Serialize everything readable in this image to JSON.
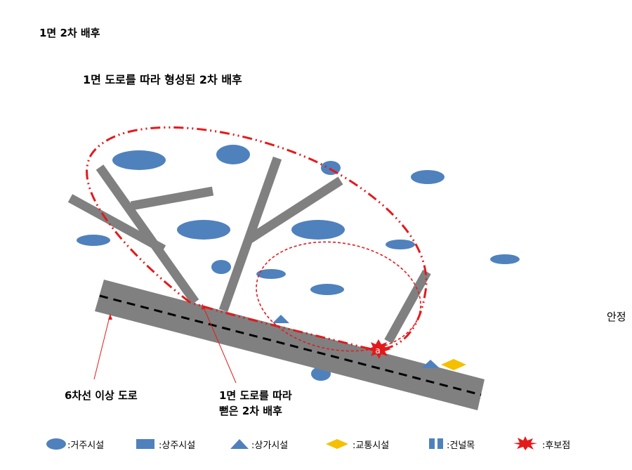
{
  "page_title": "1면 2차 배후",
  "subtitle": "1면 도로를 따라 형성된 2차 배후",
  "side_label": "안정",
  "labels": {
    "main_road": "6차선 이상 도로",
    "branch_line1": "1면 도로를 따라",
    "branch_line2": "뻗은 2차 배후",
    "candidate_point": "a"
  },
  "legend": [
    {
      "icon": "ellipse-icon",
      "label": ":거주시설"
    },
    {
      "icon": "square-icon",
      "label": ":상주시설"
    },
    {
      "icon": "triangle-icon",
      "label": ":상가시설"
    },
    {
      "icon": "diamond-icon",
      "label": ":교통시설"
    },
    {
      "icon": "double-bar-icon",
      "label": ":건널목"
    },
    {
      "icon": "starburst-icon",
      "label": ":후보점"
    }
  ],
  "colors": {
    "building_blue": "#4f81bd",
    "road_gray": "#808080",
    "boundary_red": "#e31a1c",
    "transit_yellow": "#f5c000"
  }
}
